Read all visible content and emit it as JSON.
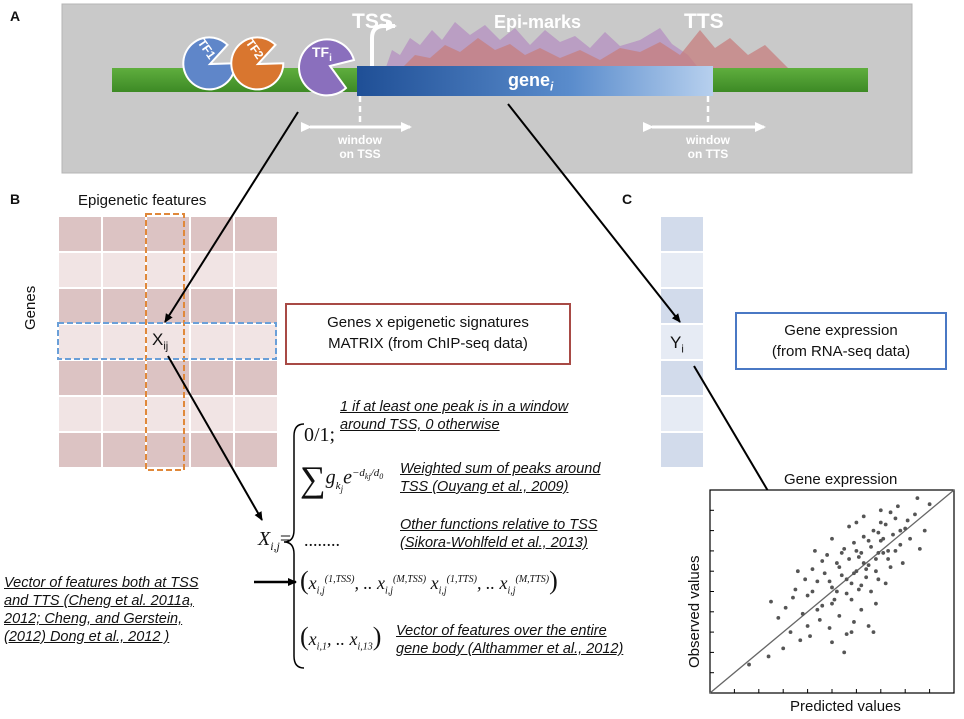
{
  "panels": {
    "a": "A",
    "b": "B",
    "c": "C"
  },
  "panel_a": {
    "tss": "TSS",
    "tts": "TTS",
    "epi_marks": "Epi-marks",
    "gene_base": "gene",
    "gene_sub": "i",
    "tf1": "TF1",
    "tf2": "TF2",
    "tfi_base": "TF",
    "tfi_sub": "i",
    "window_tss_1": "window",
    "window_tss_2": "on TSS",
    "window_tts_1": "window",
    "window_tts_2": "on TTS"
  },
  "panel_b": {
    "features_title": "Epigenetic features",
    "genes_label": "Genes",
    "cell_base": "X",
    "cell_sub": "ij",
    "matrix_line1": "Genes x epigenetic signatures",
    "matrix_line2": "MATRIX  (from ChIP-seq data)"
  },
  "panel_c": {
    "cell_base": "Y",
    "cell_sub": "i",
    "expr_line1": "Gene expression",
    "expr_line2": "(from RNA-seq data)",
    "scatter_title": "Gene expression",
    "xlabel": "Predicted values",
    "ylabel": "Observed values"
  },
  "formula": {
    "lhs_base": "X",
    "lhs_sub": "i,j",
    "opt1": "0/1;",
    "opt1_desc_1": "1 if at least one peak is in a window",
    "opt1_desc_2": "around TSS, 0 otherwise",
    "opt2_desc_1": "Weighted sum of peaks around",
    "opt2_desc_2": "TSS (Ouyang  et al., 2009)",
    "opt3_dots": "........",
    "opt3_desc_1": "Other functions relative to TSS",
    "opt3_desc_2": "(Sikora-Wohlfeld et al., 2013)",
    "opt5_desc_1": "Vector  of  features  over  the  entire",
    "opt5_desc_2": "gene body (Althammer et al., 2012)",
    "left_desc_1": "Vector of features both at TSS",
    "left_desc_2": "and  TTS  (Cheng  et  al.  2011a,",
    "left_desc_3": "2012;   Cheng,   and   Gerstein,",
    "left_desc_4": "(2012) Dong et al., 2012 )"
  },
  "colors": {
    "gray_box": "#c9c9c9",
    "chromosome": "#4a9a2e",
    "gene_blue": "#2a5ea8",
    "matrix_pink": "#e8d3d3",
    "expr_blue": "#d7deec",
    "orange": "#e0883a",
    "dashed_blue": "#6a9fd8",
    "red_box": "#a84a45",
    "blue_box": "#4a78c4"
  },
  "chart_data": {
    "type": "scatter",
    "title": "Gene expression",
    "xlabel": "Predicted values",
    "ylabel": "Observed values",
    "xlim": [
      0,
      10
    ],
    "ylim": [
      0,
      10
    ],
    "trend_line": [
      [
        0,
        0
      ],
      [
        10,
        10
      ]
    ],
    "points": [
      [
        3.1,
        4.2
      ],
      [
        3.5,
        5.1
      ],
      [
        3.8,
        3.9
      ],
      [
        4.0,
        4.8
      ],
      [
        4.2,
        6.1
      ],
      [
        4.4,
        5.5
      ],
      [
        4.6,
        4.3
      ],
      [
        4.8,
        6.8
      ],
      [
        5.0,
        5.2
      ],
      [
        5.1,
        4.6
      ],
      [
        5.2,
        6.4
      ],
      [
        5.4,
        5.8
      ],
      [
        5.5,
        7.1
      ],
      [
        5.6,
        4.9
      ],
      [
        5.7,
        6.6
      ],
      [
        5.8,
        5.4
      ],
      [
        5.9,
        7.4
      ],
      [
        6.0,
        6.0
      ],
      [
        6.1,
        5.1
      ],
      [
        6.2,
        6.9
      ],
      [
        6.3,
        7.7
      ],
      [
        6.4,
        5.7
      ],
      [
        6.5,
        6.3
      ],
      [
        6.6,
        7.2
      ],
      [
        6.7,
        8.0
      ],
      [
        6.8,
        6.6
      ],
      [
        6.9,
        5.6
      ],
      [
        7.0,
        7.5
      ],
      [
        7.1,
        6.9
      ],
      [
        7.2,
        8.3
      ],
      [
        7.3,
        7.0
      ],
      [
        7.4,
        6.2
      ],
      [
        7.5,
        7.8
      ],
      [
        7.6,
        8.6
      ],
      [
        7.8,
        7.3
      ],
      [
        8.0,
        8.1
      ],
      [
        8.2,
        7.6
      ],
      [
        8.4,
        8.8
      ],
      [
        4.5,
        3.6
      ],
      [
        4.9,
        3.2
      ],
      [
        5.3,
        3.8
      ],
      [
        5.6,
        2.9
      ],
      [
        5.9,
        3.5
      ],
      [
        6.2,
        4.1
      ],
      [
        6.5,
        3.3
      ],
      [
        6.8,
        4.4
      ],
      [
        5.0,
        2.5
      ],
      [
        4.1,
        2.8
      ],
      [
        3.3,
        3.0
      ],
      [
        2.8,
        3.7
      ],
      [
        2.5,
        4.5
      ],
      [
        3.6,
        6.0
      ],
      [
        4.3,
        7.0
      ],
      [
        5.0,
        7.6
      ],
      [
        5.7,
        8.2
      ],
      [
        6.3,
        8.7
      ],
      [
        7.0,
        9.0
      ],
      [
        7.7,
        9.2
      ],
      [
        8.5,
        9.6
      ],
      [
        6.0,
        8.4
      ],
      [
        5.4,
        6.9
      ],
      [
        6.6,
        5.0
      ],
      [
        7.2,
        5.4
      ],
      [
        7.9,
        6.4
      ],
      [
        8.6,
        7.1
      ],
      [
        4.7,
        5.9
      ],
      [
        5.2,
        5.0
      ],
      [
        6.1,
        6.7
      ],
      [
        6.9,
        7.9
      ],
      [
        7.4,
        8.9
      ],
      [
        3.9,
        5.6
      ],
      [
        4.4,
        4.1
      ],
      [
        5.8,
        4.6
      ],
      [
        6.4,
        6.1
      ],
      [
        7.1,
        7.6
      ],
      [
        3.0,
        2.2
      ],
      [
        2.4,
        1.8
      ],
      [
        1.6,
        1.4
      ],
      [
        6.7,
        3.0
      ],
      [
        5.5,
        2.0
      ],
      [
        4.6,
        6.5
      ],
      [
        5.9,
        5.9
      ],
      [
        6.3,
        6.4
      ],
      [
        6.9,
        6.9
      ],
      [
        7.6,
        7.0
      ],
      [
        8.1,
        8.5
      ],
      [
        4.2,
        5.0
      ],
      [
        5.0,
        4.4
      ],
      [
        5.6,
        5.6
      ],
      [
        6.2,
        5.3
      ],
      [
        7.3,
        6.6
      ],
      [
        8.8,
        8.0
      ],
      [
        9.0,
        9.3
      ],
      [
        3.4,
        4.7
      ],
      [
        4.9,
        5.5
      ],
      [
        6.0,
        7.0
      ],
      [
        6.5,
        7.5
      ],
      [
        7.0,
        8.4
      ],
      [
        5.3,
        6.2
      ],
      [
        6.8,
        6.0
      ],
      [
        7.8,
        8.0
      ],
      [
        4.0,
        3.3
      ],
      [
        3.7,
        2.6
      ],
      [
        5.8,
        3.0
      ]
    ]
  }
}
